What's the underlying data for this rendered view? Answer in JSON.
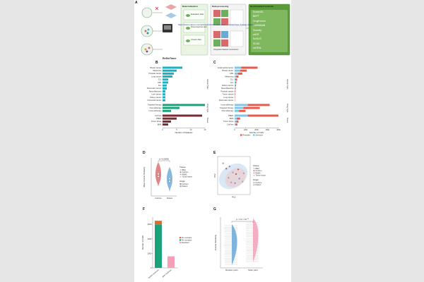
{
  "panels": [
    "A",
    "B",
    "C",
    "D",
    "E",
    "F",
    "G"
  ],
  "panel_a": {
    "tool_name": "ReSisTrace",
    "collection_title": "Data Collection",
    "processing_title": "Data processing",
    "benchmark_title": "Benchmarked methods",
    "collection_items": [
      "Evaluation data",
      "Drug-response sets",
      "Unseen data"
    ],
    "processing_items": [
      "Integrated dataset construction",
      "Gene-level normalization",
      "Batch correction"
    ],
    "methods": [
      "ScreenDL",
      "BEPT",
      "DrugFormer",
      "CellHitMulti",
      "Scarcity",
      "scDR",
      "SciDUC",
      "SCAD",
      "scDEAL"
    ],
    "link_text": "https://www.nature.com/articles/s41467-024-xxxxx — ReSisTrace lineage dataset"
  },
  "chart_data": [
    {
      "panel": "B",
      "type": "bar",
      "orientation": "horizontal",
      "xlabel": "Number of Datasets",
      "xlim": [
        0,
        15
      ],
      "xticks": [
        0,
        5,
        10,
        15
      ],
      "groups": [
        {
          "name": "Cancer Type",
          "color": "#1ab0c4",
          "categories": [
            "Breast cancer",
            "Melanoma",
            "Prostate cancer",
            "Lung cancer",
            "CLL",
            "AML",
            "ALL",
            "Pancreatic cancer",
            "Neuroblastoma",
            "Liver cancer",
            "Kidney cancer",
            "Colorectal cancer"
          ],
          "values": [
            7,
            5,
            4,
            3.5,
            2,
            2,
            1.5,
            1.5,
            1,
            1,
            1,
            1
          ]
        },
        {
          "name": "Drug Type",
          "color": "#1aa37a",
          "categories": [
            "Targeted therapy",
            "Chemotherapy",
            "Immunotherapy"
          ],
          "values": [
            15,
            6,
            3
          ]
        },
        {
          "name": "Tissue",
          "color": "#7a2a33",
          "categories": [
            "Cell line",
            "PBMC",
            "Tumor tissue",
            "BMA"
          ],
          "values": [
            14,
            5,
            3,
            2
          ]
        }
      ]
    },
    {
      "panel": "C",
      "type": "bar",
      "orientation": "horizontal-stacked",
      "xlabel": "Number of Cells",
      "xticks": [
        "0",
        "100k",
        "200k",
        "300k",
        "400k"
      ],
      "xlim": [
        0,
        400000
      ],
      "legend": [
        "Resistant",
        "Sensitive"
      ],
      "colors": [
        "#ea5a48",
        "#7fc6e8"
      ],
      "groups": [
        {
          "name": "Cancer Type",
          "categories": [
            "Endometrial cancer",
            "Breast cancer",
            "AML",
            "Melanoma",
            "CLL",
            "ALL",
            "Kidney cancer",
            "Neuroblastoma",
            "Prostate cancer",
            "Tumor cancer",
            "Lung cancer",
            "Pancreatic cancer"
          ],
          "resistant": [
            150000,
            60000,
            40000,
            20000,
            15000,
            10000,
            8000,
            6000,
            5000,
            4000,
            3000,
            2000
          ],
          "sensitive": [
            60000,
            50000,
            30000,
            15000,
            8000,
            6000,
            5000,
            4000,
            3000,
            2000,
            2000,
            1000
          ]
        },
        {
          "name": "Drug Type",
          "categories": [
            "Immunotherapy",
            "Targeted therapy",
            "Chemotherapy"
          ],
          "resistant": [
            200000,
            150000,
            60000
          ],
          "sensitive": [
            120000,
            80000,
            40000
          ]
        },
        {
          "name": "Tissue",
          "categories": [
            "PBMC",
            "BMA",
            "Tumor tissue",
            "Cell line"
          ],
          "resistant": [
            280000,
            30000,
            20000,
            15000
          ],
          "sensitive": [
            120000,
            20000,
            15000,
            10000
          ]
        }
      ]
    },
    {
      "panel": "D",
      "type": "violin",
      "ylabel": "Mean Cosine Similarity",
      "categories": [
        "Cell line",
        "Patient"
      ],
      "median": [
        0.55,
        0.42
      ],
      "ylim": [
        0,
        1
      ],
      "pvalue": "p = 0.00050",
      "legend_tissue_title": "Tissue",
      "legend_tissue": [
        "BMA",
        "Cell line",
        "PBMC",
        "Tumor tissue"
      ],
      "legend_origin_title": "Origin",
      "legend_origin": [
        "Cell line",
        "Patient"
      ],
      "colors": [
        "#d86a6a",
        "#6aa8d8"
      ]
    },
    {
      "panel": "E",
      "type": "scatter",
      "xlabel": "PC1",
      "ylabel": "PC2",
      "legend_tissue_title": "Tissue",
      "legend_tissue": [
        "BMA",
        "Cell line",
        "PBMC",
        "Tumor tissue"
      ],
      "legend_origin_title": "Origin",
      "legend_origin": [
        "Cell line",
        "Patient"
      ],
      "points": [
        {
          "x": -2.0,
          "y": 1.6,
          "g": 0
        },
        {
          "x": -1.4,
          "y": 0.9,
          "g": 1
        },
        {
          "x": -0.8,
          "y": 1.2,
          "g": 2
        },
        {
          "x": -0.2,
          "y": 0.4,
          "g": 3
        },
        {
          "x": 0.4,
          "y": 0.2,
          "g": 1
        },
        {
          "x": 1.0,
          "y": -0.4,
          "g": 2
        },
        {
          "x": 1.6,
          "y": -0.8,
          "g": 3
        },
        {
          "x": -1.0,
          "y": -0.3,
          "g": 0
        },
        {
          "x": 0.2,
          "y": -1.0,
          "g": 2
        },
        {
          "x": 0.8,
          "y": 0.8,
          "g": 1
        },
        {
          "x": -0.5,
          "y": -0.9,
          "g": 3
        },
        {
          "x": 1.8,
          "y": 0.3,
          "g": 0
        }
      ],
      "colors": [
        "#e0a6a6",
        "#d4583c",
        "#7a9fd8",
        "#c8b0e0"
      ]
    },
    {
      "panel": "F",
      "type": "bar",
      "orientation": "vertical-stacked",
      "ylabel": "Number of Cells",
      "yticks": [
        0,
        2000,
        4000,
        6000
      ],
      "ylim": [
        0,
        7000
      ],
      "categories": [
        "Before treatment",
        "After treatment"
      ],
      "legend": [
        "Pre-resistant",
        "Pre-sensitive",
        "Resistant"
      ],
      "colors": [
        "#e06a2a",
        "#1aa37a",
        "#f5a0b8"
      ],
      "stacks": [
        [
          500,
          6000,
          0
        ],
        [
          0,
          0,
          1600
        ]
      ]
    },
    {
      "panel": "G",
      "type": "violin",
      "ylabel": "Cosine Similarity",
      "categories": [
        "Random pairs",
        "Sister pairs"
      ],
      "pvalue": "p < 2.2 × 10",
      "pvalue_exp": "−16",
      "colors": [
        "#6aa8d8",
        "#f5a0b8"
      ]
    }
  ]
}
